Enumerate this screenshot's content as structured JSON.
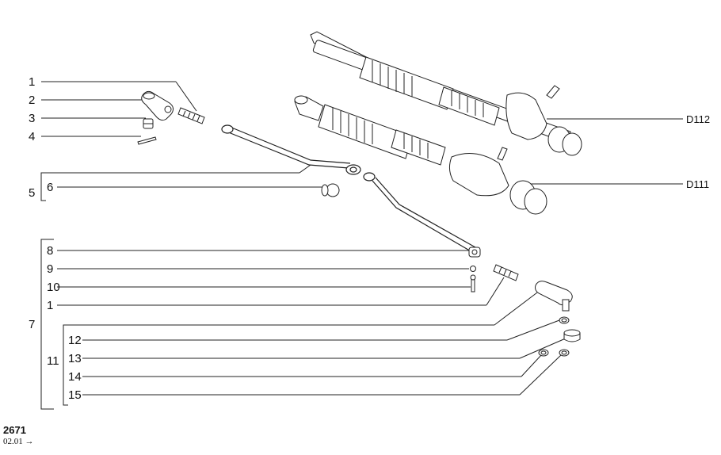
{
  "callouts": {
    "n1a": "1",
    "n2": "2",
    "n3": "3",
    "n4": "4",
    "n5": "5",
    "n6": "6",
    "n7": "7",
    "n8": "8",
    "n9": "9",
    "n10": "10",
    "n1b": "1",
    "n11": "11",
    "n12": "12",
    "n13": "13",
    "n14": "14",
    "n15": "15"
  },
  "variants": {
    "d112": "D112",
    "d111": "D111"
  },
  "footer": {
    "page_code": "2671",
    "date_range": "02.01 →"
  }
}
